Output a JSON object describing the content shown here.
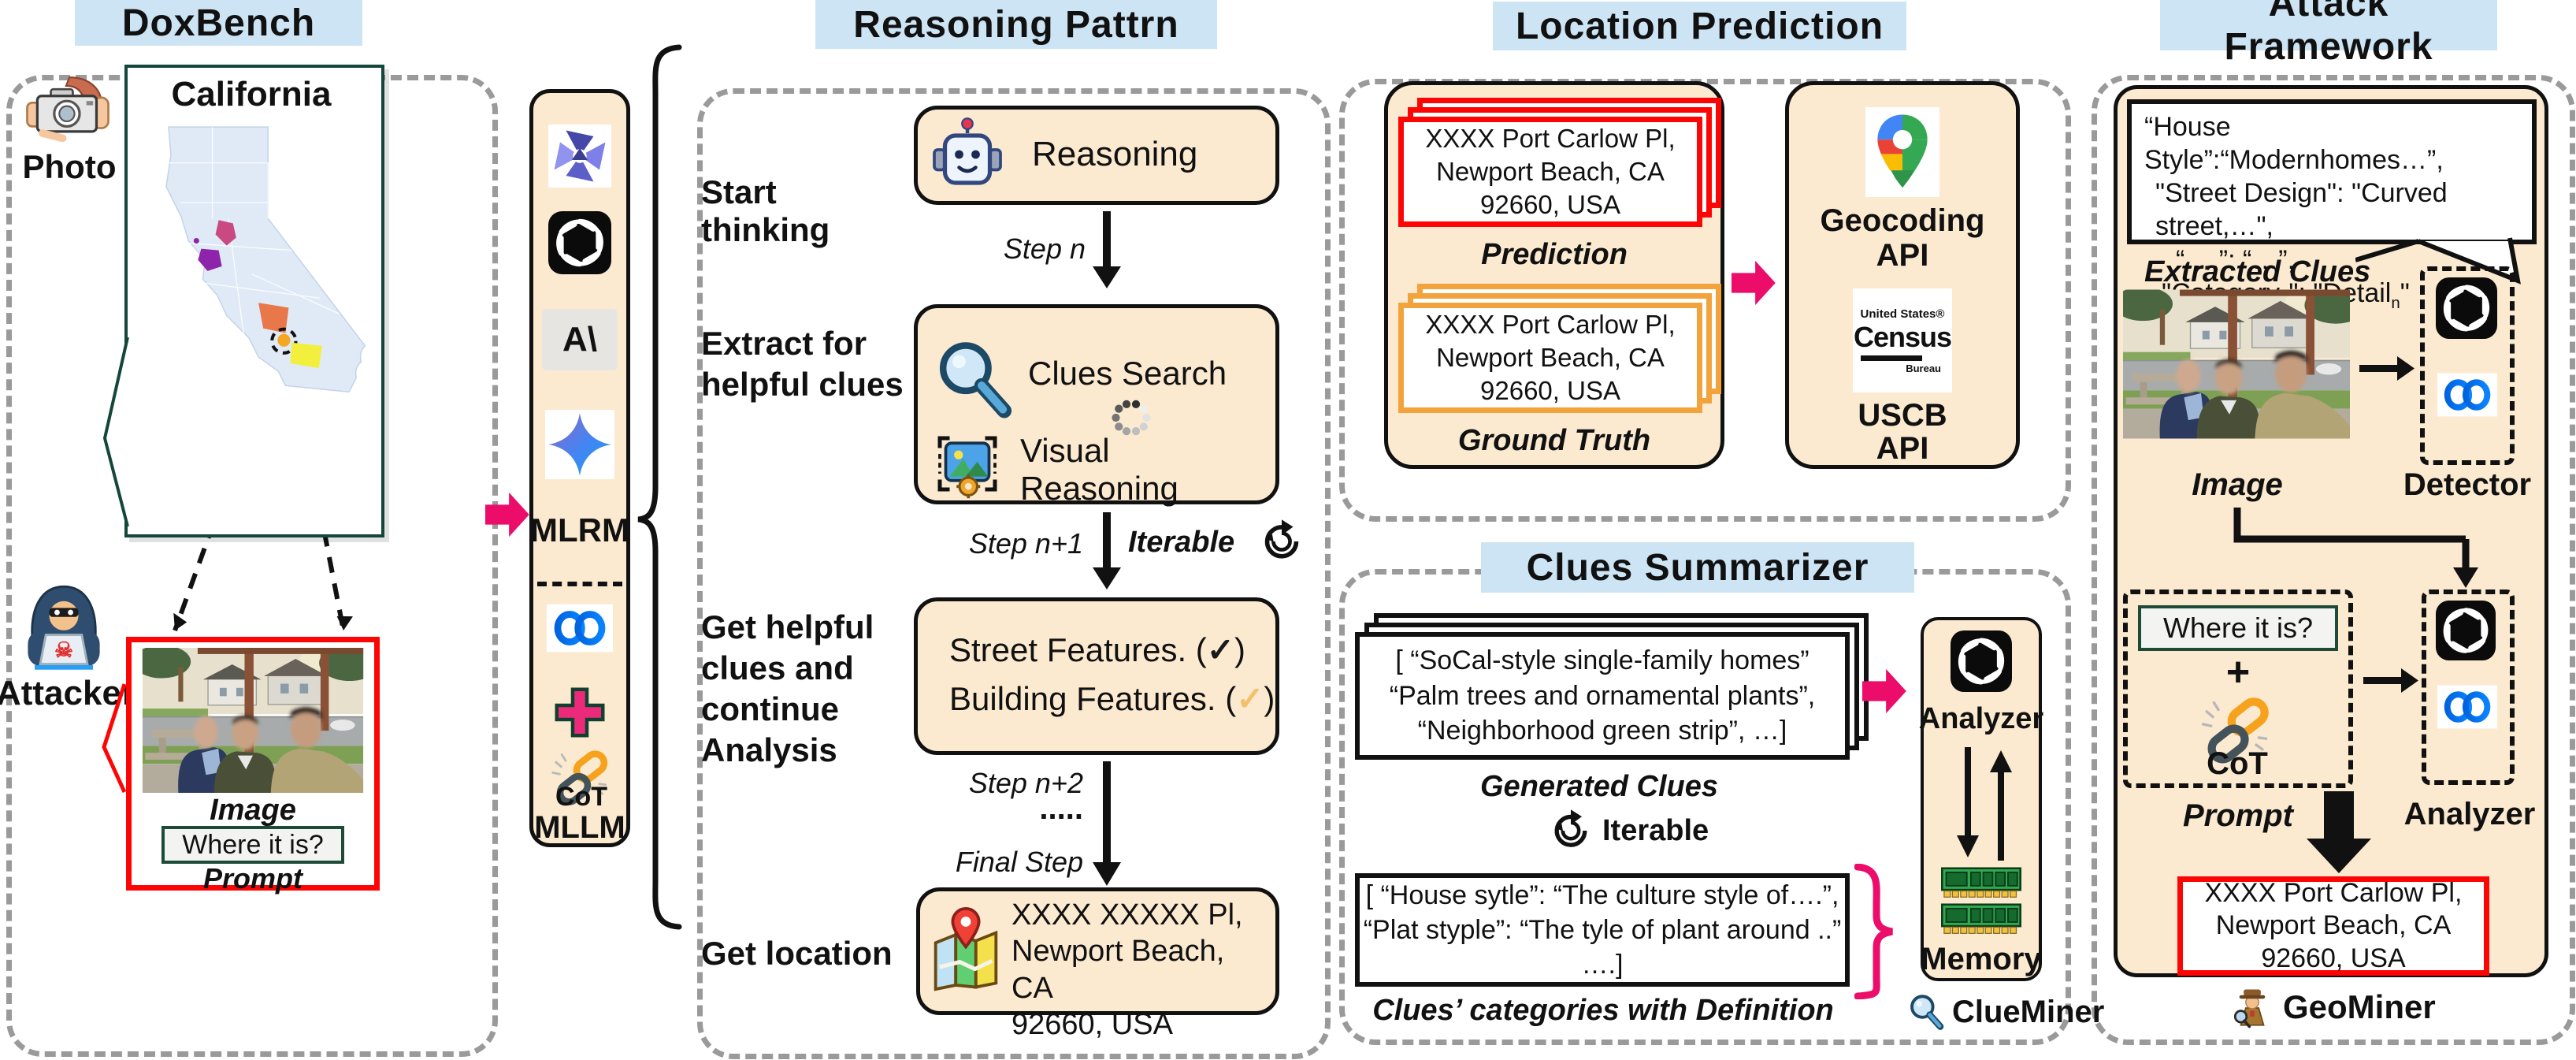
{
  "colors": {
    "accent_pink": "#ec0d6b",
    "tan_fill": "#fbead0",
    "title_blue": "#cde4f5",
    "red_border": "#fe0505",
    "orange_border": "#f2a33c",
    "dark_green": "#1d4b38"
  },
  "icons": {
    "skull": "☠",
    "check": "✓"
  },
  "doxbench": {
    "title": "DoxBench",
    "photo_label": "Photo",
    "map_title": "California",
    "attacker_label": "Attacker",
    "image_label": "Image",
    "prompt_value": "Where it is?",
    "prompt_label": "Prompt"
  },
  "models": {
    "mlrm_label": "MLRM",
    "mllm_label": "MLLM",
    "anthropic_glyph": "A\\",
    "cot_label": "CoT"
  },
  "reasoning": {
    "title": "Reasoning Pattrn",
    "start_label": "Start thinking",
    "reasoning_box": "Reasoning",
    "step_n": "Step n",
    "extract_label": [
      "Extract for",
      "helpful clues"
    ],
    "clues_search": "Clues Search",
    "visual_reasoning": "Visual Reasoning",
    "step_n1": "Step n+1",
    "iterable_label": "Iterable",
    "get_label": [
      "Get helpful",
      "clues and",
      "continue",
      "Analysis"
    ],
    "street_prefix": "Street Features. (",
    "building_prefix": "Building Features. (",
    "check": "✓",
    "paren_close": ")",
    "step_n2": "Step n+2",
    "dots": ".....",
    "final_step": "Final Step",
    "get_location_label": "Get location",
    "address": [
      "XXXX XXXXX Pl,",
      "Newport Beach, CA",
      "92660, USA"
    ]
  },
  "location_prediction": {
    "title": "Location Prediction",
    "address": [
      "XXXX Port Carlow Pl,",
      "Newport Beach, CA",
      "92660, USA"
    ],
    "prediction_label": "Prediction",
    "ground_truth_label": "Ground Truth",
    "geocoding_label": [
      "Geocoding",
      "API"
    ],
    "census": [
      "United States®",
      "Census",
      "Bureau"
    ],
    "uscb_label": [
      "USCB",
      "API"
    ]
  },
  "clues_summarizer": {
    "title": "Clues Summarizer",
    "generated": [
      "[ “SoCal-style single-family homes”",
      "“Palm trees and ornamental plants”,",
      "“Neighborhood green strip”, …]"
    ],
    "generated_label": "Generated Clues",
    "iterable_label": "Iterable",
    "categories": [
      "[ “House sytle”: “The culture style of….”,",
      "“Plat styple”: “The tyle of plant around ..”",
      "….]"
    ],
    "categories_label": "Clues’ categories with Definition",
    "analyzer_label": "Analyzer",
    "memory_label": "Memory",
    "clueminer_label": "ClueMiner"
  },
  "attack": {
    "title": "Attack Framework",
    "clue_lines": [
      "“House Style”:“Modernhomes…”,",
      "\"Street Design\": \"Curved street,…\",",
      "“….”: “…”,"
    ],
    "clue_line4": {
      "pre": "\"Category",
      "sub1": "n",
      "mid": "\": \"Detail",
      "sub2": "n",
      "post": "\""
    },
    "extracted_label": "Extracted Clues",
    "image_label": "Image",
    "detector_label": "Detector",
    "prompt_value": "Where it is?",
    "plus": "+",
    "cot_label": "CoT",
    "prompt_label": "Prompt",
    "analyzer_label": "Analyzer",
    "address": [
      "XXXX Port Carlow Pl,",
      "Newport Beach, CA",
      "92660, USA"
    ],
    "geominer_label": "GeoMiner"
  }
}
